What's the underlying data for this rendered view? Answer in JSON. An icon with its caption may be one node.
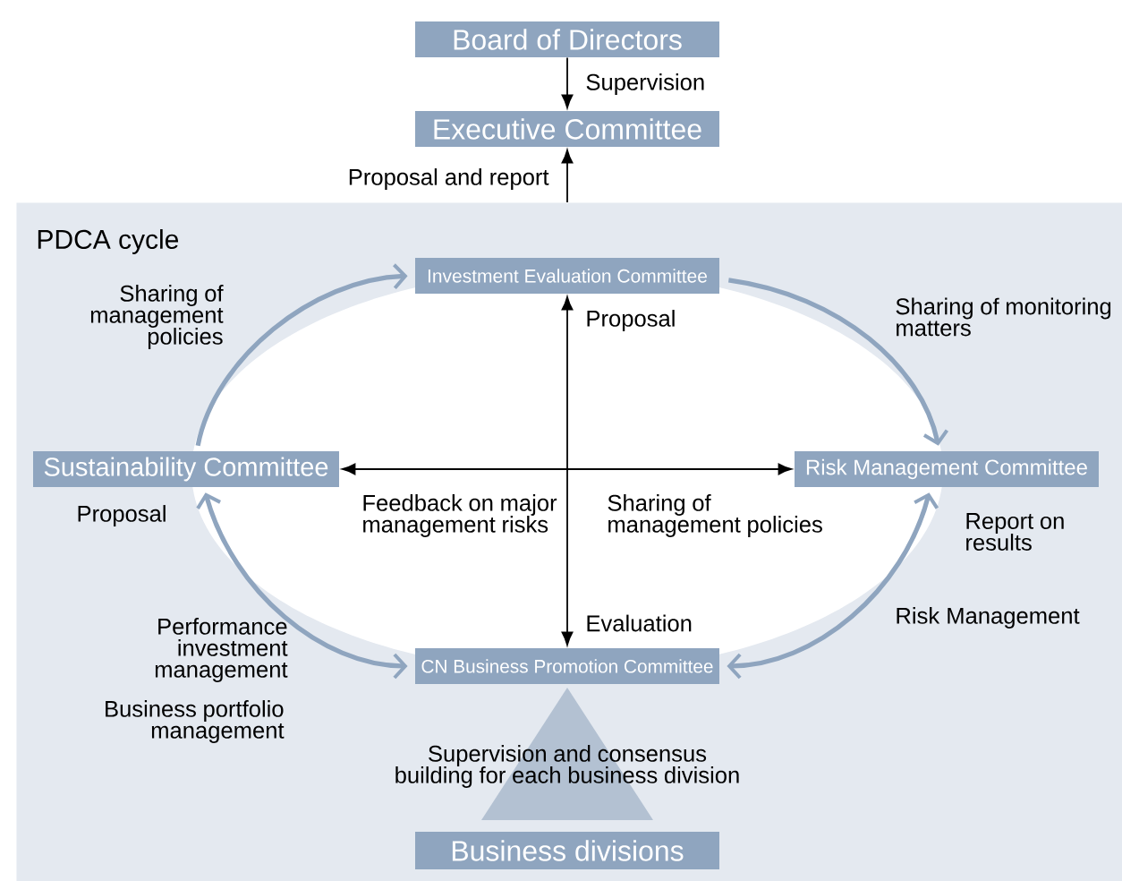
{
  "diagram": {
    "nodes": [
      {
        "text": [
          "Board of Directors"
        ]
      },
      {
        "text": [
          "Executive Committee"
        ]
      },
      {
        "text": [
          "PDCA cycle"
        ]
      },
      {
        "text": [
          "Investment Evaluation Committee"
        ],
        "in": 2
      },
      {
        "text": [
          "Sustainability Committee"
        ],
        "in": 2
      },
      {
        "text": [
          "Risk Management Committee"
        ],
        "in": 2
      },
      {
        "text": [
          "CN Business Promotion Committee"
        ],
        "in": 2
      },
      {
        "text": [
          "Business divisions"
        ],
        "in": 2
      }
    ],
    "edges": [
      {
        "from": 0,
        "to": 1,
        "arrow": "to",
        "label": "Supervision"
      },
      {
        "from": 2,
        "to": 1,
        "arrow": "to",
        "label": "Proposal and report"
      },
      {
        "from": 4,
        "to": 3,
        "arrow": "to",
        "label": "Sharing of management policies",
        "style": "thick",
        "color": "#8fa5bf"
      },
      {
        "from": 3,
        "to": 5,
        "arrow": "to",
        "label": "Sharing of monitoring matters",
        "style": "thick",
        "color": "#8fa5bf"
      },
      {
        "from": 5,
        "to": 6,
        "arrow": "both",
        "label": "Risk Management",
        "style": "thick",
        "color": "#8fa5bf"
      },
      {
        "from": 4,
        "to": 6,
        "arrow": "both",
        "style": "thick",
        "color": "#8fa5bf"
      },
      {
        "from": null,
        "to": 3,
        "arrow": "to",
        "label": "Proposal"
      },
      {
        "from": null,
        "to": 6,
        "arrow": "to",
        "label": "Evaluation"
      },
      {
        "from": null,
        "to": 4,
        "arrow": "to",
        "label": "Feedback on major management risks"
      },
      {
        "from": null,
        "to": 5,
        "arrow": "to",
        "label": "Sharing of management policies"
      }
    ],
    "labels": [
      "Proposal",
      "Report on results",
      "Performance investment management",
      "Business portfolio management",
      "Supervision and consensus building for each business division"
    ]
  }
}
